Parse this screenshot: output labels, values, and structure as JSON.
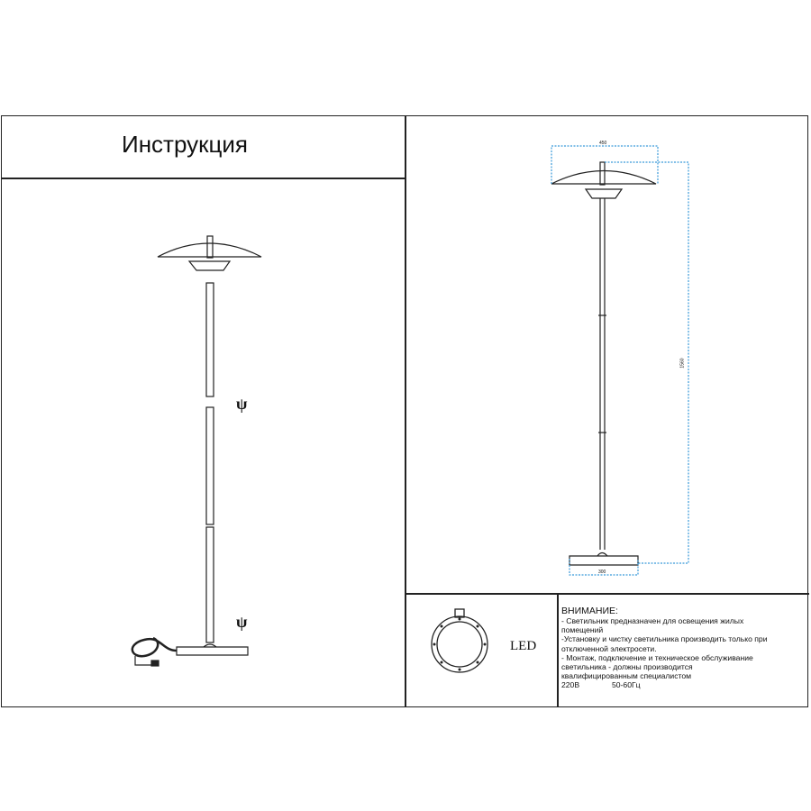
{
  "title": "Инструкция",
  "dimensions": {
    "width": "450",
    "height": "1560",
    "base": "300"
  },
  "assembly_marks": [
    "ψ",
    "ψ"
  ],
  "light_source": "LED",
  "warning": {
    "heading": "ВНИМАНИЕ:",
    "lines": [
      "- Светильник предназначен для освещения жилых",
      "помещений",
      "-Установку и чистку светильника производить только при",
      "отключенной электросети.",
      "- Монтаж, подключение и техническое обслуживание",
      "светильника - должны производится",
      "квалифицированным специалистом"
    ],
    "voltage": "220В",
    "frequency": "50-60Гц"
  },
  "colors": {
    "dimension_line": "#3a9ad9",
    "line": "#222222"
  }
}
